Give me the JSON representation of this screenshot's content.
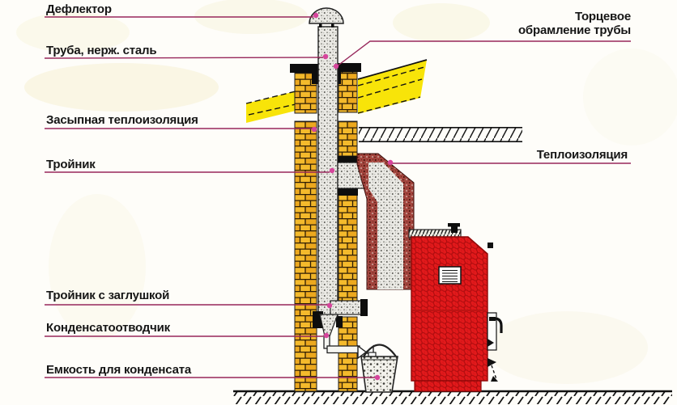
{
  "labels": {
    "deflector": "Дефлектор",
    "pipe_steel": "Труба, нерж. сталь",
    "backfill_insulation": "Засыпная теплоизоляция",
    "tee": "Тройник",
    "tee_with_plug": "Тройник с заглушкой",
    "condensate_trap": "Конденсатоотводчик",
    "condensate_tank": "Емкость для конденсата",
    "pipe_end_framing": "Торцевое\nобрамление трубы",
    "insulation": "Теплоизоляция"
  },
  "colors": {
    "brick": "#F4BA2C",
    "roof": "#F8E409",
    "boiler_red": "#E2191B",
    "insulation_maroon": "#A3453E",
    "leader_line": "#97275B",
    "marker_dot": "#D6459C",
    "framing_black": "#0D0D0D"
  }
}
